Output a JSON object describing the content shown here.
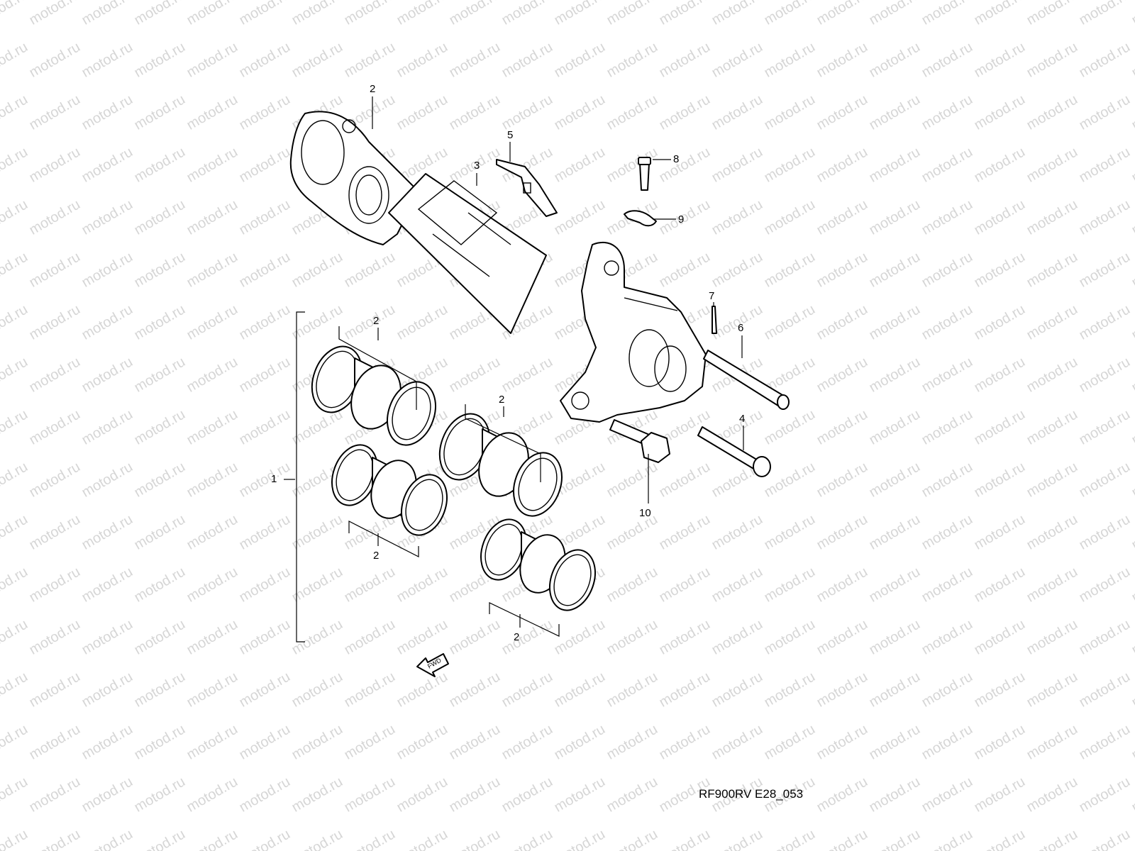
{
  "watermark": {
    "text": "motod.ru"
  },
  "diagram": {
    "drawing_code": "RF900RV E28_053",
    "fwd_label": "FWD",
    "callouts": [
      "1",
      "2",
      "3",
      "4",
      "5",
      "6",
      "7",
      "8",
      "9",
      "10"
    ],
    "piston_set_label": "2"
  }
}
